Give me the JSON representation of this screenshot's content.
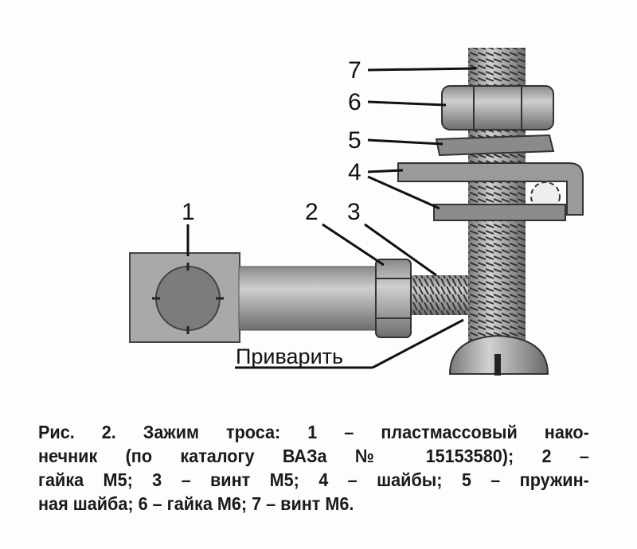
{
  "figure": {
    "callouts": [
      "1",
      "2",
      "3",
      "4",
      "5",
      "6",
      "7"
    ],
    "weld_label": "Приварить"
  },
  "caption": {
    "lines": [
      "Рис. 2. Зажим троса: 1 – пластмассовый нако-",
      "нечник (по каталогу ВАЗа № 15153580); 2 –",
      "гайка М5; 3 – винт М5; 4 – шайбы; 5 – пружин-",
      "ная шайба; 6 – гайка М6; 7 – винт М6."
    ]
  }
}
